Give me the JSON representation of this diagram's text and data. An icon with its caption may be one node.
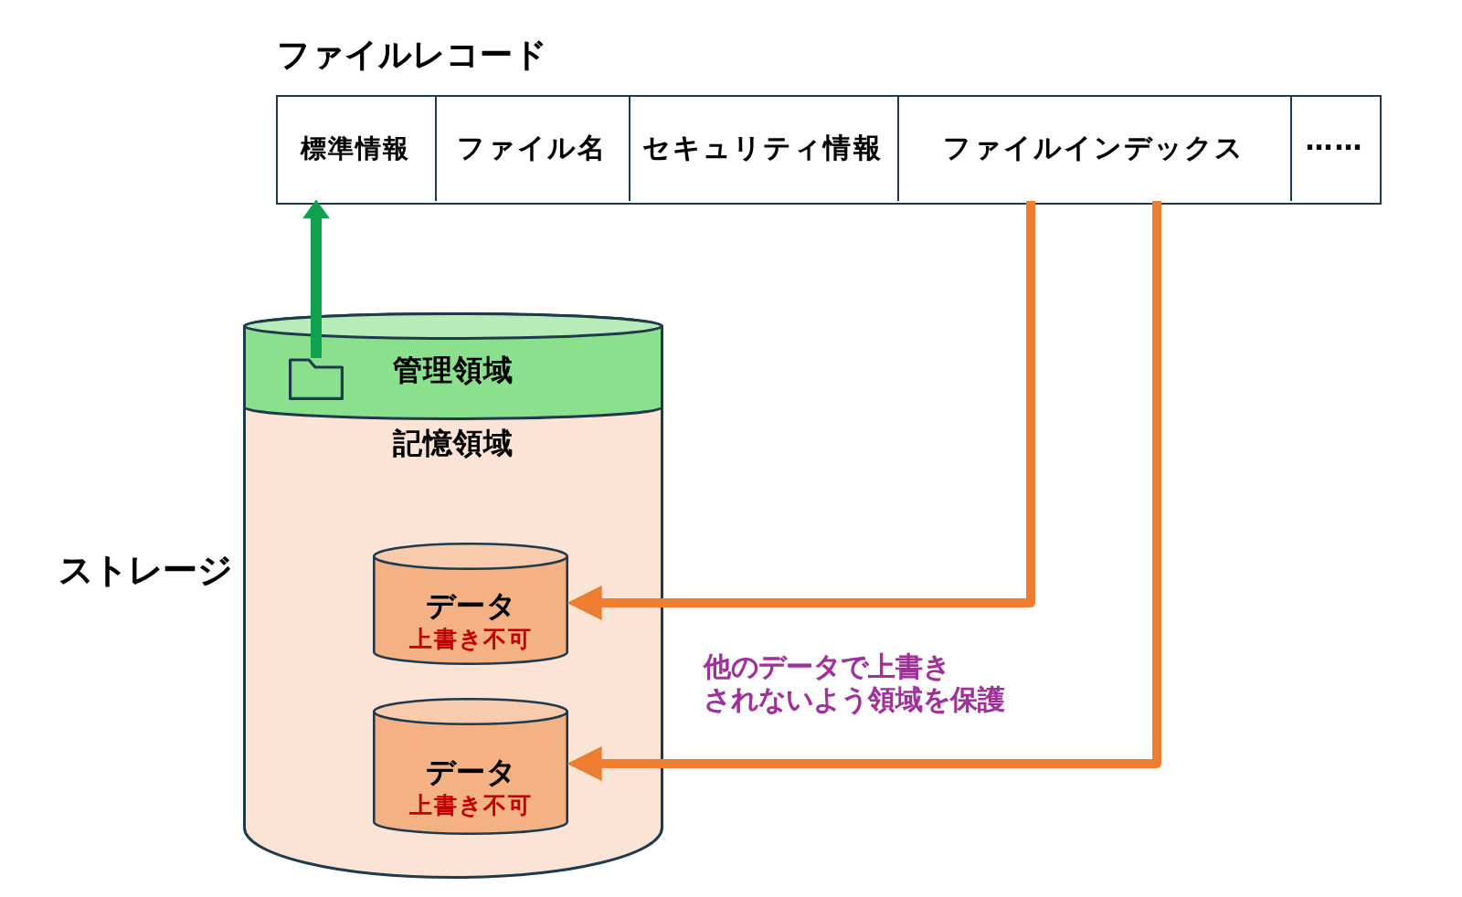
{
  "diagram": {
    "nodes": [
      {
        "text": [
          "ファイルレコード"
        ]
      },
      {
        "text": [
          "標準情報"
        ],
        "in": 0
      },
      {
        "text": [
          "ファイル名"
        ],
        "in": 0
      },
      {
        "text": [
          "セキュリティ情報"
        ],
        "in": 0
      },
      {
        "text": [
          "ファイルインデックス"
        ],
        "in": 0
      },
      {
        "text": [
          "……"
        ],
        "in": 0
      },
      {
        "text": [
          "記憶領域"
        ],
        "beside": [
          "ストレージ"
        ]
      },
      {
        "text": [
          "管理領域"
        ],
        "in": 6
      },
      {
        "text": [],
        "shape": "folder",
        "in": 7
      },
      {
        "text": [
          "データ",
          "上書き不可"
        ],
        "in": 6
      },
      {
        "text": [
          "データ",
          "上書き不可"
        ],
        "in": 6
      }
    ],
    "edges": [
      {
        "from": 8,
        "to": 1,
        "arrow": "to",
        "color": "#10a04e"
      },
      {
        "from": 4,
        "to": 9,
        "arrow": "to"
      },
      {
        "from": 4,
        "to": 10,
        "arrow": "to"
      }
    ],
    "labels": [
      "他のデータで上書きされないよう領域を保護"
    ]
  }
}
